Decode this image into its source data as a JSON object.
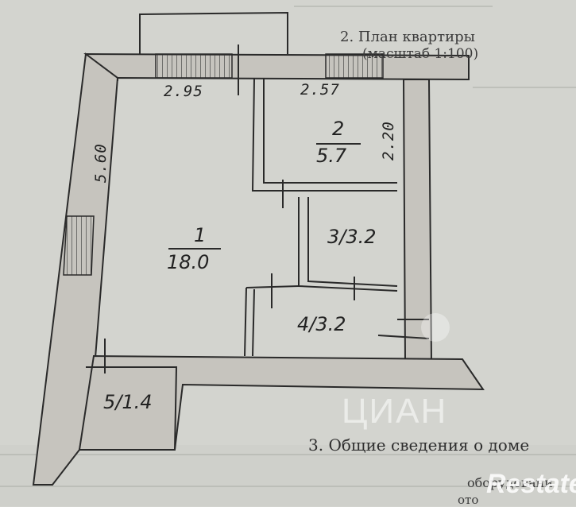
{
  "header": {
    "title": "2. План квартиры",
    "scale": "(масштаб 1:100)"
  },
  "dimensions": {
    "top_left": "2.95",
    "top_right": "2.57",
    "left_side": "5.60",
    "right_side": "2.20"
  },
  "rooms": [
    {
      "number": "1",
      "area": "18.0"
    },
    {
      "number": "2",
      "area": "5.7"
    },
    {
      "number": "3",
      "area": "3.2",
      "label": "3/3.2"
    },
    {
      "number": "4",
      "area": "3.2",
      "label": "4/3.2"
    },
    {
      "number": "5",
      "area": "1.4",
      "label": "5/1.4"
    }
  ],
  "footer": {
    "section_title": "3. Общие сведения о доме",
    "line1": "оборудовани",
    "line2": "ото"
  },
  "watermarks": {
    "faint": "ЦИАН",
    "brand": "Restate"
  },
  "colors": {
    "paper": "#d3d4cf",
    "wall_fill": "#c9c7c1",
    "ink": "#2a2a2a"
  }
}
